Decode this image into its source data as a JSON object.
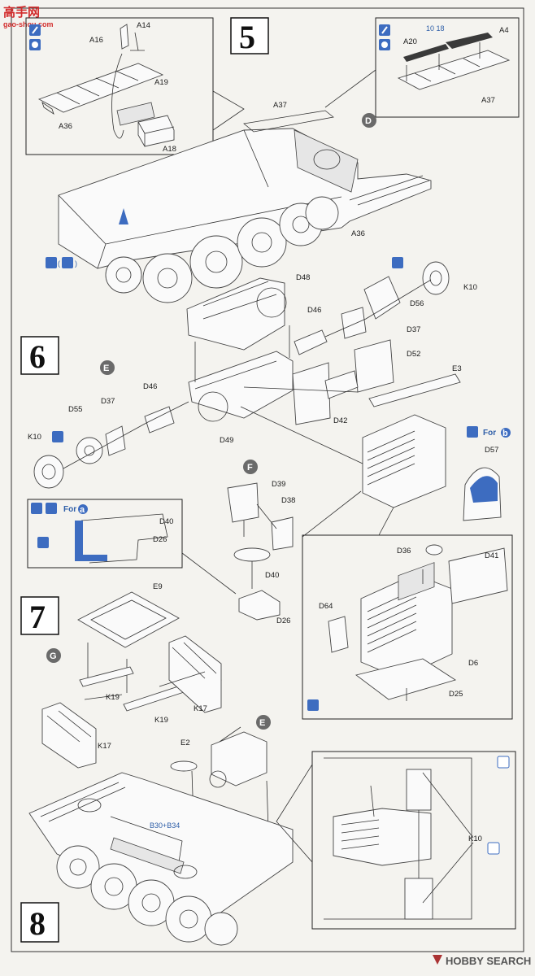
{
  "watermark": {
    "site_cn": "高手网",
    "site_url": "gao-shou.com"
  },
  "footer": {
    "brand": "HOBBY SEARCH"
  },
  "steps": [
    {
      "number": "5"
    },
    {
      "number": "6"
    },
    {
      "number": "7"
    },
    {
      "number": "8"
    }
  ],
  "sub_assembly_tags": {
    "D": "D",
    "E_upper": "E",
    "F": "F",
    "G": "G",
    "E_lower": "E"
  },
  "for_labels": {
    "for_b": "For",
    "for_b_badge": "b",
    "for_a": "For",
    "for_a_badge": "a"
  },
  "blue_labels": {
    "num_range": "10 18",
    "b30_b34": "B30+B34"
  },
  "part_labels": {
    "A16": "A16",
    "A14": "A14",
    "A36_l": "A36",
    "A19": "A19",
    "A18": "A18",
    "A20": "A20",
    "A4": "A4",
    "A37_r": "A37",
    "A37_c": "A37",
    "A36_c": "A36",
    "D48": "D48",
    "K10_r": "K10",
    "D56": "D56",
    "D46_r": "D46",
    "D37_r": "D37",
    "D52": "D52",
    "E3": "E3",
    "D42": "D42",
    "D49": "D49",
    "D57": "D57",
    "D46_l": "D46",
    "D37_l": "D37",
    "D55": "D55",
    "K10_l": "K10",
    "D40_inset": "D40",
    "D26_inset": "D26",
    "D39": "D39",
    "D38": "D38",
    "D40": "D40",
    "D26": "D26",
    "D36": "D36",
    "D41": "D41",
    "D64": "D64",
    "D6": "D6",
    "D25": "D25",
    "E9": "E9",
    "K19_a": "K19",
    "K19_b": "K19",
    "K17_r": "K17",
    "K17_l": "K17",
    "E2": "E2",
    "K10_8": "K10"
  },
  "paren_l": "(",
  "paren_r": ")"
}
